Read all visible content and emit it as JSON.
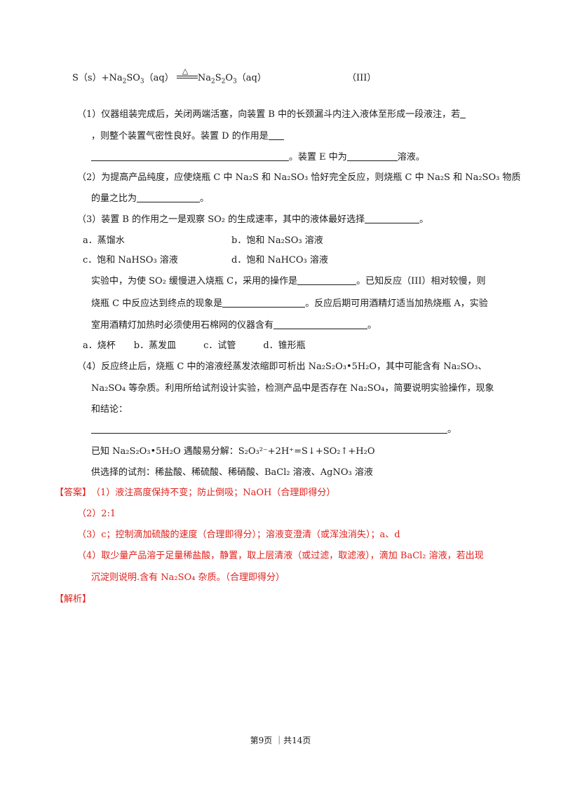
{
  "reaction_iii": {
    "left": "S（s）+Na",
    "sub1": "2",
    "mid1": "SO",
    "sub2": "3",
    "mid2": "（aq）",
    "cond": "△",
    "right1": "Na",
    "sub3": "2",
    "right2": "S",
    "sub4": "2",
    "right3": "O",
    "sub5": "3",
    "right4": "（aq）",
    "label": "（III）"
  },
  "q1": {
    "line1": "（1）仪器组装完成后，关闭两端活塞，向装置 B 中的长颈漏斗内注入液体至形成一段液注，若",
    "line2": "，则整个装置气密性良好。装置 D 的作用是",
    "line3_end": "。装置 E 中为",
    "line3_tail": "溶液。"
  },
  "q2": {
    "line1": "（2）为提高产品纯度，应使烧瓶 C 中 Na₂S 和 Na₂SO₃ 恰好完全反应，则烧瓶 C 中 Na₂S 和 Na₂SO₃ 物质",
    "line2a": "的量之比为",
    "line2b": "。"
  },
  "q3": {
    "line1a": "（3）装置 B 的作用之一是观察 SO₂ 的生成速率，其中的液体最好选择",
    "line1b": "。",
    "opt_a": "a．蒸馏水",
    "opt_b": "b．饱和 Na₂SO₃ 溶液",
    "opt_c": "c．饱和 NaHSO₃ 溶液",
    "opt_d": "d．饱和 NaHCO₃ 溶液",
    "line4a": "实验中，为使 SO₂ 缓慢进入烧瓶 C，采用的操作是",
    "line4b": "。已知反应（III）相对较慢，则",
    "line5a": "烧瓶 C 中反应达到终点的现象是",
    "line5b": "。反应后期可用酒精灯适当加热烧瓶 A，实验",
    "line6a": "室用酒精灯加热时必须使用石棉网的仪器含有",
    "line6b": "。",
    "choices": "a．烧杯　　b．蒸发皿　　　c．试管　　　d．锥形瓶"
  },
  "q4": {
    "line1": "（4）反应终止后，烧瓶 C 中的溶液经蒸发浓缩即可析出 Na₂S₂O₃•5H₂O，其中可能含有 Na₂SO₃、",
    "line2": "Na₂SO₄ 等杂质。利用所给试剂设计实验，检测产品中是否存在 Na₂SO₄，简要说明实验操作，现象",
    "line3": "和结论：",
    "line4_end": "。",
    "known": "已知 Na₂S₂O₃•5H₂O 遇酸易分解：S₂O₃²⁻+2H⁺=S↓+SO₂↑+H₂O",
    "reagents": "供选择的试剂：稀盐酸、稀硫酸、稀硝酸、BaCl₂ 溶液、AgNO₃ 溶液"
  },
  "answer": {
    "tag": "【答案】",
    "a1": "（1）液注高度保持不变；防止倒吸；NaOH（合理即得分）",
    "a2": "（2）2:1",
    "a3": "（3）c；控制滴加硫酸的速度（合理即得分）；溶液变澄清（或浑浊消失）；a、d",
    "a4_line1": "（4）取少量产品溶于足量稀盐酸，静置，取上层清液（或过滤，取滤液），滴加 BaCl₂ 溶液，若出现",
    "a4_line2": "沉淀则说明.含有 Na₂SO₄ 杂质。（合理即得分）"
  },
  "analysis": {
    "tag": "【解析】"
  },
  "footer": {
    "text": "第9页 ｜共14页"
  }
}
